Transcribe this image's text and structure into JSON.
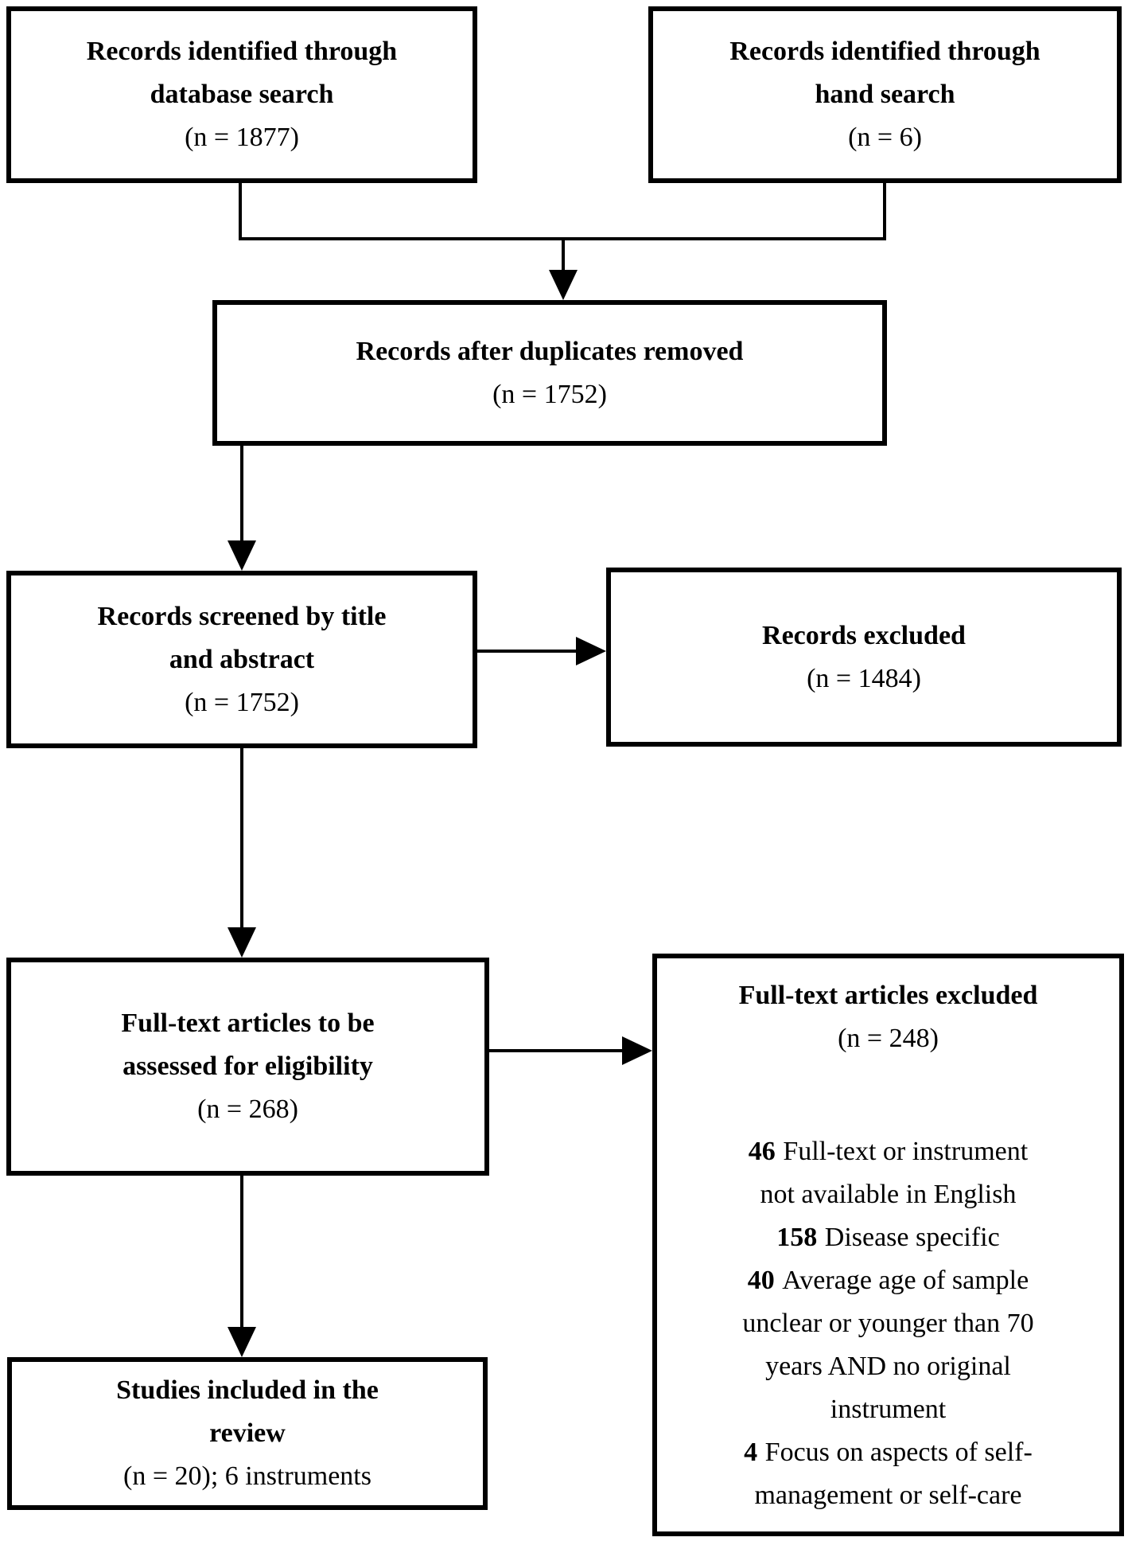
{
  "page": {
    "background": "#ffffff",
    "ink": "#000000",
    "figure_type": "PRISMA flow diagram"
  },
  "boxes": {
    "db_search": {
      "title_lines": [
        "Records identified through",
        "database search"
      ],
      "count": "(n = 1877)"
    },
    "hand_search": {
      "title_lines": [
        "Records identified through",
        "hand search"
      ],
      "count": "(n = 6)"
    },
    "duplicates_removed": {
      "title_lines": [
        "Records after duplicates removed"
      ],
      "count": "(n = 1752)"
    },
    "screened": {
      "title_lines": [
        "Records screened by title",
        "and abstract"
      ],
      "count": "(n = 1752)"
    },
    "records_excluded": {
      "title_lines": [
        "Records excluded"
      ],
      "count": "(n = 1484)"
    },
    "fulltext_assessed": {
      "title_lines": [
        "Full-text articles to be",
        "assessed for eligibility"
      ],
      "count": "(n = 268)"
    },
    "fulltext_excluded": {
      "title_lines": [
        "Full-text articles excluded"
      ],
      "count": "(n = 248)",
      "reasons": [
        {
          "num": "46",
          "rest": "Full-text or instrument"
        },
        {
          "num": "",
          "rest": "not available in English"
        },
        {
          "num": "158",
          "rest": "Disease specific"
        },
        {
          "num": "40",
          "rest": "Average age of sample"
        },
        {
          "num": "",
          "rest": "unclear or younger than 70"
        },
        {
          "num": "",
          "rest": "years AND no original"
        },
        {
          "num": "",
          "rest": "instrument"
        },
        {
          "num": "4",
          "rest": "Focus on aspects of self-"
        },
        {
          "num": "",
          "rest": "management or self-care"
        }
      ]
    },
    "included": {
      "title_lines": [
        "Studies included in the",
        "review"
      ],
      "count": "(n = 20); 6 instruments"
    }
  }
}
